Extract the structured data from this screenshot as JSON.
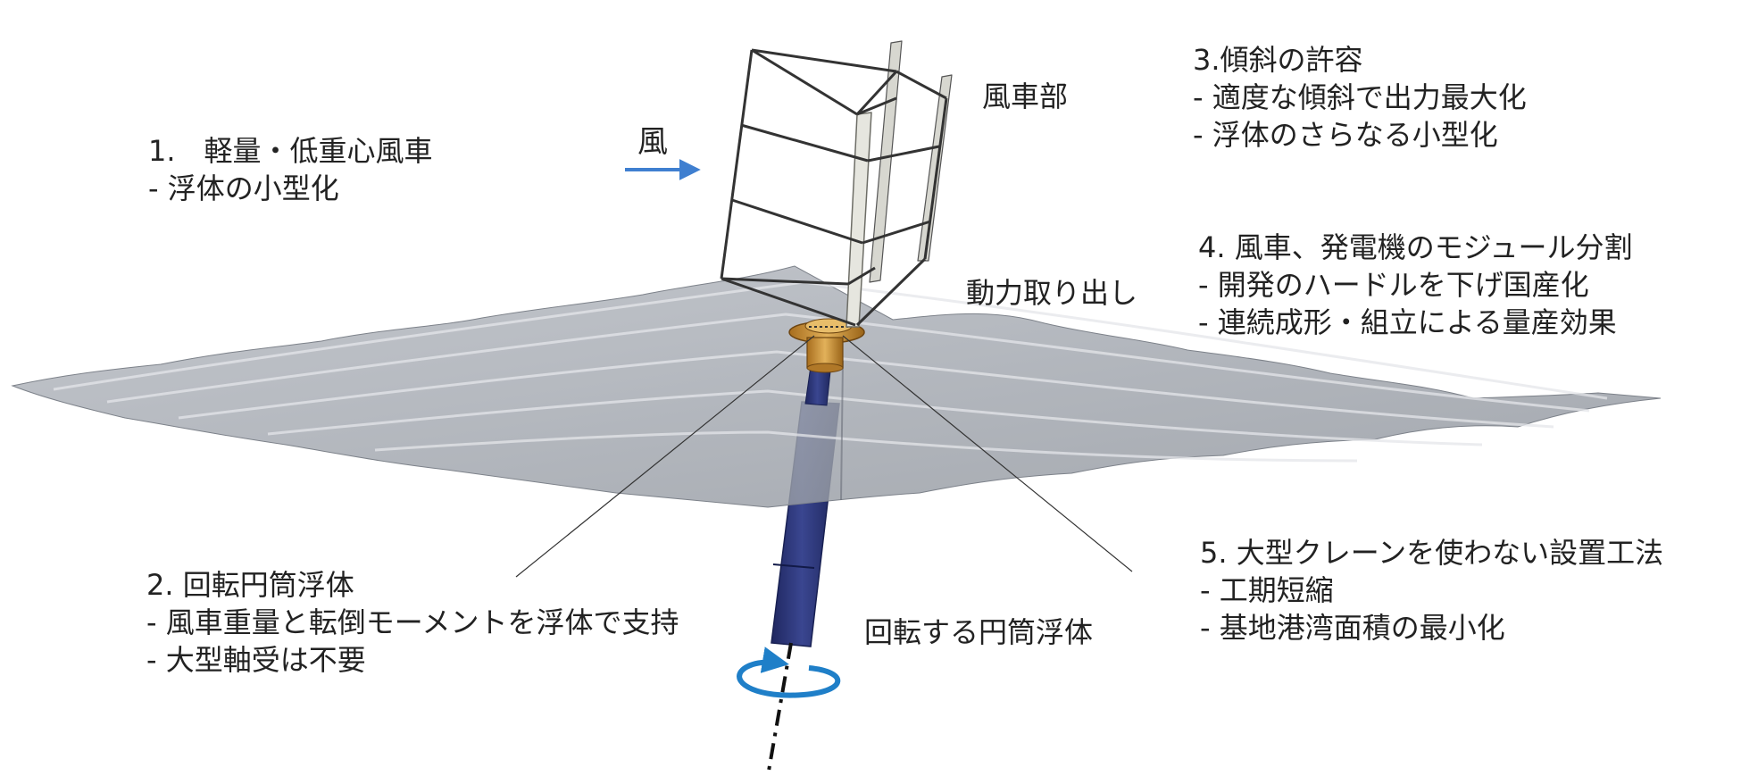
{
  "labels": {
    "wind": "風",
    "rotor": "風車部",
    "power_takeoff": "動力取り出し",
    "rotating_float": "回転する円筒浮体"
  },
  "features": [
    {
      "title": "1.　軽量・低重心風車",
      "points": [
        "- 浮体の小型化"
      ]
    },
    {
      "title": "2. 回転円筒浮体",
      "points": [
        "- 風車重量と転倒モーメントを浮体で支持",
        "- 大型軸受は不要"
      ]
    },
    {
      "title": "3.傾斜の許容",
      "points": [
        "- 適度な傾斜で出力最大化",
        "- 浮体のさらなる小型化"
      ]
    },
    {
      "title": "4. 風車、発電機のモジュール分割",
      "points": [
        "- 開発のハードルを下げ国産化",
        "- 連続成形・組立による量産効果"
      ]
    },
    {
      "title": "5. 大型クレーンを使わない設置工法",
      "points": [
        "- 工期短縮",
        "- 基地港湾面積の最小化"
      ]
    }
  ],
  "colors": {
    "wind_arrow": "#3f7fd0",
    "rotation_arrow": "#1f7fc8",
    "sea_surface": "#9ea3ab",
    "float": "#2f3a7a",
    "coupling": "#d29a3a",
    "rotor_frame": "#333333",
    "shaft": "#e6e6df"
  }
}
